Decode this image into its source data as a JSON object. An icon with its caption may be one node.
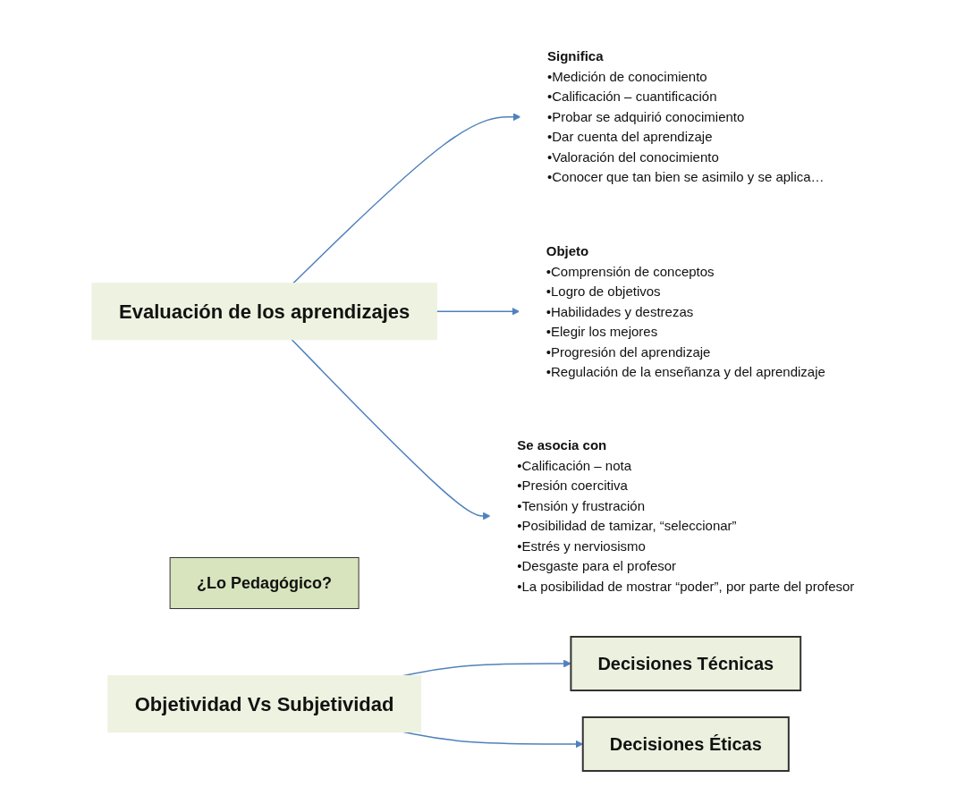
{
  "diagram": {
    "nodes": [
      {
        "text": [
          "Evaluación de los aprendizajes"
        ]
      },
      {
        "text": [
          "Significa",
          "•Medición de conocimiento",
          "•Calificación – cuantificación",
          "•Probar se adquirió conocimiento",
          "•Dar cuenta del aprendizaje",
          "•Valoración del conocimiento",
          "•Conocer que tan bien se asimilo y se aplica…"
        ]
      },
      {
        "text": [
          "Objeto",
          "•Comprensión de conceptos",
          "•Logro de objetivos",
          "•Habilidades y destrezas",
          "•Elegir los mejores",
          "•Progresión del aprendizaje",
          "•Regulación de la enseñanza y del aprendizaje"
        ]
      },
      {
        "text": [
          "Se asocia con",
          "•Calificación – nota",
          "•Presión coercitiva",
          "•Tensión y frustración",
          "•Posibilidad de tamizar, “seleccionar”",
          "•Estrés y nerviosismo",
          "•Desgaste para el profesor",
          "•La posibilidad de  mostrar “poder”, por parte del profesor"
        ]
      },
      {
        "text": [
          "Decisiones Técnicas"
        ]
      },
      {
        "text": [
          "¿Lo Pedagógico?"
        ]
      },
      {
        "text": [
          "Objetividad Vs Subjetividad"
        ]
      },
      {
        "text": [
          "Decisiones Éticas"
        ]
      }
    ],
    "edges": [
      {
        "from": 0,
        "to": 1,
        "arrow": "to"
      },
      {
        "from": 0,
        "to": 2,
        "arrow": "to"
      },
      {
        "from": 0,
        "to": 3,
        "arrow": "to"
      },
      {
        "from": 6,
        "to": 4,
        "arrow": "to"
      },
      {
        "from": 6,
        "to": 7,
        "arrow": "to"
      }
    ]
  }
}
